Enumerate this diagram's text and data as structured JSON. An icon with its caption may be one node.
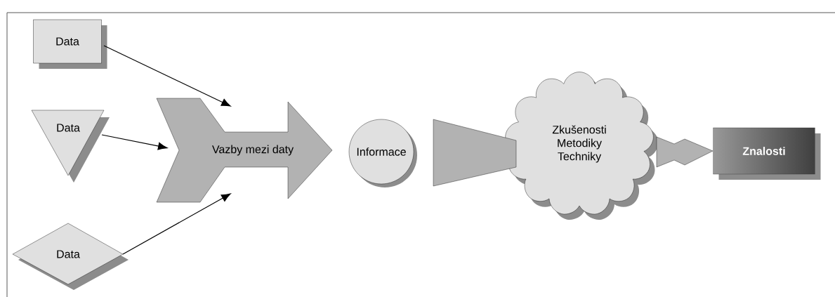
{
  "diagram": {
    "nodes": [
      {
        "text": [
          "Data"
        ]
      },
      {
        "text": [
          "Data"
        ]
      },
      {
        "text": [
          "Data"
        ]
      },
      {
        "text": [
          "Vazby mezi daty"
        ]
      },
      {
        "text": [
          "Informace"
        ]
      },
      {
        "text": [
          "Zkušenosti Metodiky Techniky"
        ]
      },
      {
        "text": [
          "Znalosti"
        ]
      }
    ],
    "edges": [
      {
        "from": 0,
        "to": 3,
        "arrow": "to"
      },
      {
        "from": 1,
        "to": 3,
        "arrow": "to"
      },
      {
        "from": 2,
        "to": 3,
        "arrow": "to"
      },
      {
        "from": 4,
        "to": 5,
        "arrow": "none"
      },
      {
        "from": 5,
        "to": 6,
        "arrow": "to"
      }
    ]
  }
}
